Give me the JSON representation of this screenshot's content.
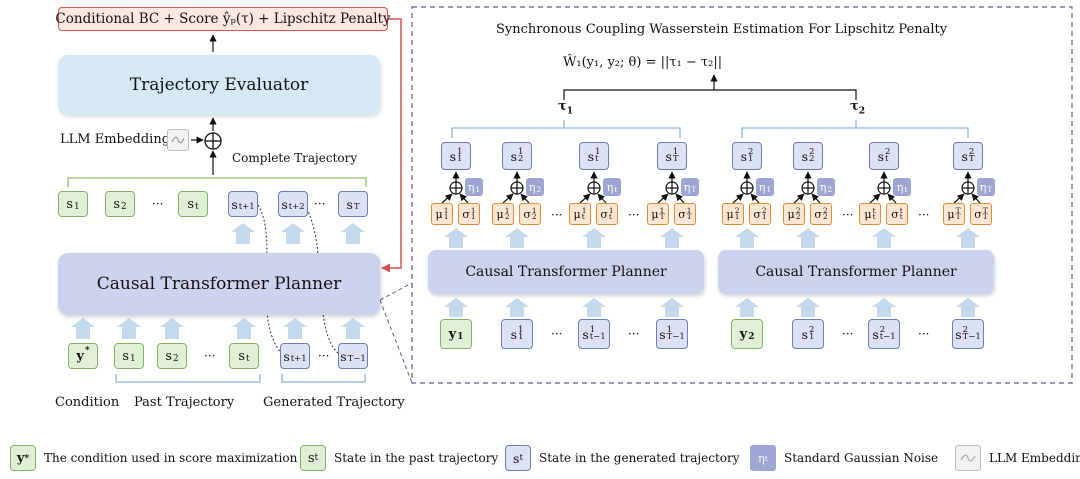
{
  "top_formula": "Conditional BC +  Score ŷₚ(τ)  + Lipschitz Penalty",
  "evaluator_label": "Trajectory Evaluator",
  "llm_embedding_label": "LLM Embedding",
  "complete_trajectory_label": "Complete Trajectory",
  "planner_label": "Causal Transformer Planner",
  "right_panel_title": "Synchronous Coupling Wasserstein Estimation For Lipschitz Penalty",
  "wasserstein_formula": "Ŵ₁(y₁, y₂; θ) = ||τ₁ − τ₂||",
  "tau1": "τ",
  "tau2": "τ",
  "tau1_sub": "1",
  "tau2_sub": "2",
  "ellipsis": "···",
  "left_traj_states": [
    {
      "base": "s",
      "sub": "1"
    },
    {
      "base": "s",
      "sub": "2"
    },
    {
      "base": "s",
      "sub": "t"
    },
    {
      "base": "s",
      "sub": "t+1"
    },
    {
      "base": "s",
      "sub": "t+2"
    },
    {
      "base": "s",
      "sub": "T"
    }
  ],
  "left_inputs": [
    {
      "base": "y",
      "sup": "*"
    },
    {
      "base": "s",
      "sub": "1"
    },
    {
      "base": "s",
      "sub": "2"
    },
    {
      "base": "s",
      "sub": "t"
    },
    {
      "base": "s",
      "sub": "t+1"
    },
    {
      "base": "s",
      "sub": "T−1"
    }
  ],
  "bottom_labels": {
    "condition": "Condition",
    "past": "Past Trajectory",
    "generated": "Generated Trajectory"
  },
  "group1": {
    "outputs": [
      {
        "base": "s",
        "sub": "1",
        "sup": "1"
      },
      {
        "base": "s",
        "sub": "2",
        "sup": "1"
      },
      {
        "base": "s",
        "sub": "t",
        "sup": "1"
      },
      {
        "base": "s",
        "sub": "T",
        "sup": "1"
      }
    ],
    "mus": [
      {
        "base": "μ",
        "sub": "1",
        "sup": "1"
      },
      {
        "base": "μ",
        "sub": "2",
        "sup": "1"
      },
      {
        "base": "μ",
        "sub": "t",
        "sup": "1"
      },
      {
        "base": "μ",
        "sub": "T",
        "sup": "1"
      }
    ],
    "sigmas": [
      {
        "base": "σ",
        "sub": "1",
        "sup": "1"
      },
      {
        "base": "σ",
        "sub": "2",
        "sup": "1"
      },
      {
        "base": "σ",
        "sub": "t",
        "sup": "1"
      },
      {
        "base": "σ",
        "sub": "T",
        "sup": "1"
      }
    ],
    "etas": [
      {
        "base": "η",
        "sub": "1"
      },
      {
        "base": "η",
        "sub": "2"
      },
      {
        "base": "η",
        "sub": "t"
      },
      {
        "base": "η",
        "sub": "T"
      }
    ],
    "inputs": [
      {
        "base": "y",
        "sub": "1"
      },
      {
        "base": "s",
        "sub": "1",
        "sup": "1"
      },
      {
        "base": "s",
        "sub": "t−1",
        "sup": "1"
      },
      {
        "base": "s",
        "sub": "T−1",
        "sup": "1"
      }
    ]
  },
  "group2": {
    "outputs": [
      {
        "base": "s",
        "sub": "1",
        "sup": "2"
      },
      {
        "base": "s",
        "sub": "2",
        "sup": "2"
      },
      {
        "base": "s",
        "sub": "t",
        "sup": "2"
      },
      {
        "base": "s",
        "sub": "T",
        "sup": "2"
      }
    ],
    "mus": [
      {
        "base": "μ",
        "sub": "1",
        "sup": "2"
      },
      {
        "base": "μ",
        "sub": "2",
        "sup": "2"
      },
      {
        "base": "μ",
        "sub": "t",
        "sup": "t"
      },
      {
        "base": "μ",
        "sub": "T",
        "sup": "T"
      }
    ],
    "sigmas": [
      {
        "base": "σ",
        "sub": "1",
        "sup": "2"
      },
      {
        "base": "σ",
        "sub": "2",
        "sup": "2"
      },
      {
        "base": "σ",
        "sub": "t",
        "sup": "t"
      },
      {
        "base": "σ",
        "sub": "T",
        "sup": "T"
      }
    ],
    "etas": [
      {
        "base": "η",
        "sub": "1"
      },
      {
        "base": "η",
        "sub": "2"
      },
      {
        "base": "η",
        "sub": "t"
      },
      {
        "base": "η",
        "sub": "T"
      }
    ],
    "inputs": [
      {
        "base": "y",
        "sub": "2"
      },
      {
        "base": "s",
        "sub": "1",
        "sup": "2"
      },
      {
        "base": "s",
        "sub": "t−1",
        "sup": "2"
      },
      {
        "base": "s",
        "sub": "T−1",
        "sup": "2"
      }
    ]
  },
  "legend": [
    {
      "sym_base": "y",
      "sym_sup": "*",
      "sym_sub": "",
      "style": "green",
      "text": "The condition used in score maximization"
    },
    {
      "sym_base": "s",
      "sym_sup": "",
      "sym_sub": "t",
      "style": "green",
      "text": "State in the past trajectory"
    },
    {
      "sym_base": "s",
      "sym_sup": "",
      "sym_sub": "t",
      "style": "blue",
      "text": "State in the generated trajectory"
    },
    {
      "sym_base": "η",
      "sym_sup": "",
      "sym_sub": "t",
      "style": "noise",
      "text": "Standard Gaussian Noise"
    },
    {
      "sym_base": "",
      "sym_sup": "",
      "sym_sub": "",
      "style": "llm",
      "text": "LLM Embedding"
    }
  ],
  "colors": {
    "arrow_fill": "#c5d9ec",
    "bracket_green": "#8bc26d",
    "bracket_blue": "#8bb3dc",
    "dashed_border": "#5a5f8a",
    "red_connector": "#d9534f"
  }
}
